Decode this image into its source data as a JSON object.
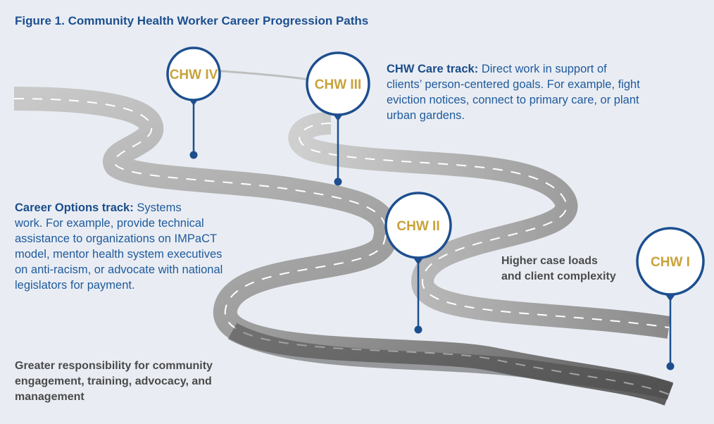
{
  "title": "Figure 1. Community Health Worker Career Progression Paths",
  "chw_care": {
    "label": "CHW Care track:",
    "lines": [
      "Direct work in support of",
      "clients’ person-centered goals. For example, fight",
      "eviction notices, connect to primary care, or plant",
      "urban gardens."
    ]
  },
  "career_options": {
    "label": "Career Options track:",
    "lines": [
      "Systems",
      "work. For example, provide technical",
      "assistance to organizations on IMPaCT",
      "model, mentor health system executives",
      "on anti-racism, or advocate with national",
      "legislators for payment."
    ]
  },
  "higher_case": {
    "lines": [
      "Higher case loads",
      "and client complexity"
    ]
  },
  "greater_resp": {
    "lines": [
      "Greater responsibility for community",
      "engagement, training, advocacy, and",
      "management"
    ]
  },
  "markers": [
    {
      "label": "CHW IV"
    },
    {
      "label": "CHW III"
    },
    {
      "label": "CHW II"
    },
    {
      "label": "CHW I"
    }
  ],
  "colors": {
    "accent": "#1d4f8f",
    "marker_text": "#c9a23a",
    "road": "#9b9b9b",
    "background": "#e9edf3"
  }
}
